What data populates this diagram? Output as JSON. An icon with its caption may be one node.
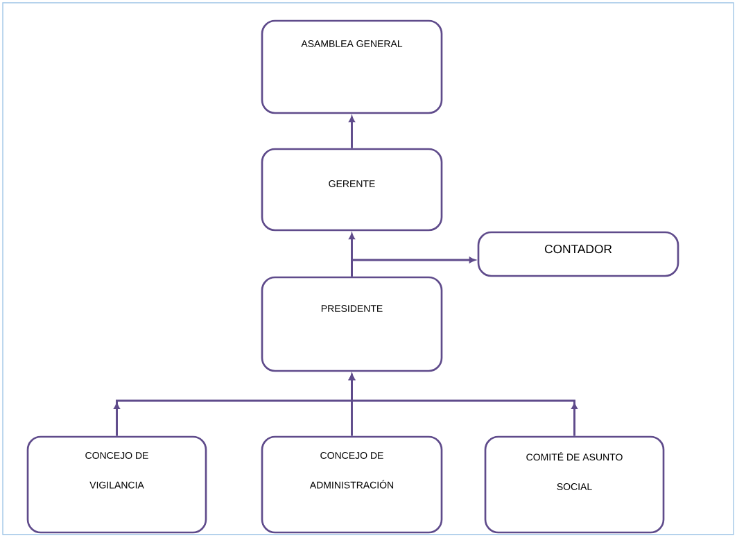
{
  "diagram": {
    "nodes": [
      {
        "text": [
          "ASAMBLEA GENERAL"
        ]
      },
      {
        "text": [
          "GERENTE"
        ]
      },
      {
        "text": [
          "CONTADOR"
        ]
      },
      {
        "text": [
          "PRESIDENTE"
        ]
      },
      {
        "text": [
          "CONCEJO DE VIGILANCIA"
        ]
      },
      {
        "text": [
          "CONCEJO DE ADMINISTRACIÓN"
        ]
      },
      {
        "text": [
          "COMITÉ DE ASUNTO SOCIAL"
        ]
      }
    ],
    "edges": [
      {
        "from": 1,
        "to": 0,
        "arrow": "to"
      },
      {
        "from": 3,
        "to": 1,
        "arrow": "to"
      },
      {
        "from": 3,
        "to": 2,
        "arrow": "to"
      },
      {
        "from": 4,
        "to": 3,
        "arrow": "to"
      },
      {
        "from": 5,
        "to": 3,
        "arrow": "to"
      },
      {
        "from": 6,
        "to": 3,
        "arrow": "to"
      }
    ]
  }
}
